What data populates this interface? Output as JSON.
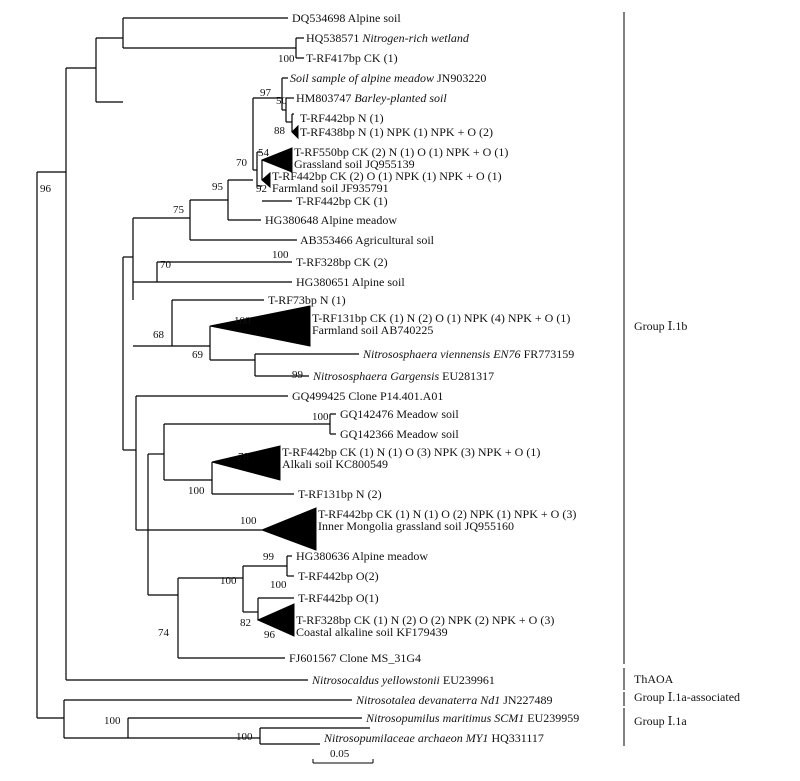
{
  "leaves": {
    "dq534698": "DQ534698 Alpine soil",
    "hq538571_acc": "HQ538571 ",
    "hq538571_src": "Nitrogen-rich wetland",
    "rf417": "T-RF417bp CK (1)",
    "jn903220_src": "Soil sample of alpine meadow",
    "jn903220_acc": " JN903220",
    "hm803747_acc": "HM803747 ",
    "hm803747_src": "Barley-planted soil",
    "rf442_n1": "T-RF442bp N (1)",
    "rf438": "T-RF438bp N (1) NPK (1) NPK + O (2)",
    "rf550_a": "T-RF550bp CK (2) N (1)  O (1) NPK + O (1)",
    "rf550_b": "Grassland soil JQ955139",
    "rf442_mix_a": "T-RF442bp CK (2) O (1) NPK (1) NPK + O (1)",
    "rf442_mix_b": "Farmland soil JF935791",
    "rf442_ck1": "T-RF442bp CK (1)",
    "hg380648": "HG380648 Alpine meadow",
    "ab353466": "AB353466 Agricultural soil",
    "rf328_ck2": "T-RF328bp CK (2)",
    "hg380651": "HG380651 Alpine soil",
    "rf73": "T-RF73bp N (1)",
    "rf131_big_a": "T-RF131bp CK (1) N (2) O (1) NPK (4) NPK + O (1)",
    "rf131_big_b": "Farmland soil AB740225",
    "fr773159_src": "Nitrososphaera viennensis EN76",
    "fr773159_acc": " FR773159",
    "eu281317_src": "Nitrososphaera Gargensis",
    "eu281317_acc": " EU281317",
    "gq499425": "GQ499425 Clone P14.401.A01",
    "gq142476": "GQ142476 Meadow soil",
    "gq142366": "GQ142366 Meadow soil",
    "rf442_alk_a": "T-RF442bp CK (1) N (1) O (3) NPK (3) NPK + O (1)",
    "rf442_alk_b": "Alkali soil KC800549",
    "rf131_n2": "T-RF131bp N (2)",
    "rf442_im_a": "T-RF442bp CK (1) N (1) O (2) NPK (1) NPK + O (3)",
    "rf442_im_b": "Inner Mongolia grassland soil JQ955160",
    "hg380636": "HG380636 Alpine meadow",
    "rf442_o2": "T-RF442bp O(2)",
    "rf442_o1": "T-RF442bp O(1)",
    "rf328_coast_a": "T-RF328bp CK (1) N (2) O (2) NPK (2) NPK + O (3)",
    "rf328_coast_b": "Coastal alkaline soil KF179439",
    "fj601567": "FJ601567 Clone MS_31G4",
    "eu239961_src": "Nitrosocaldus yellowstonii",
    "eu239961_acc": " EU239961",
    "jn227489_src": "Nitrosotalea devanaterra Nd1",
    "jn227489_acc": " JN227489",
    "eu239959_src": "Nitrosopumilus maritimus SCM1",
    "eu239959_acc": " EU239959",
    "hq331117_src": "Nitrosopumilaceae archaeon MY1",
    "hq331117_acc": " HQ331117"
  },
  "bootstrap": {
    "root": "96",
    "rf417": "100",
    "hm803747": "97",
    "rf442n1": "50",
    "rf438": "88",
    "rf550": "54",
    "farm": "92",
    "n70a": "70",
    "n95": "95",
    "n75": "75",
    "n70b": "70",
    "n100_triangle": "100",
    "n68": "68",
    "n69": "69",
    "n99": "99",
    "meadow": "100",
    "alk78": "78",
    "alk100": "100",
    "im100": "100",
    "hg99": "99",
    "o2_100": "100",
    "n100c": "100",
    "n82": "82",
    "n96": "96",
    "n74": "74",
    "grp1a_100": "100",
    "grp1a_100b": "100"
  },
  "groups": {
    "g11b": "Group Ⅰ.1b",
    "thaoa": "ThAOA",
    "g11a_assoc": "Group Ⅰ.1a-associated",
    "g11a": "Group Ⅰ.1a"
  },
  "scale_bar": {
    "label": "0.05"
  }
}
